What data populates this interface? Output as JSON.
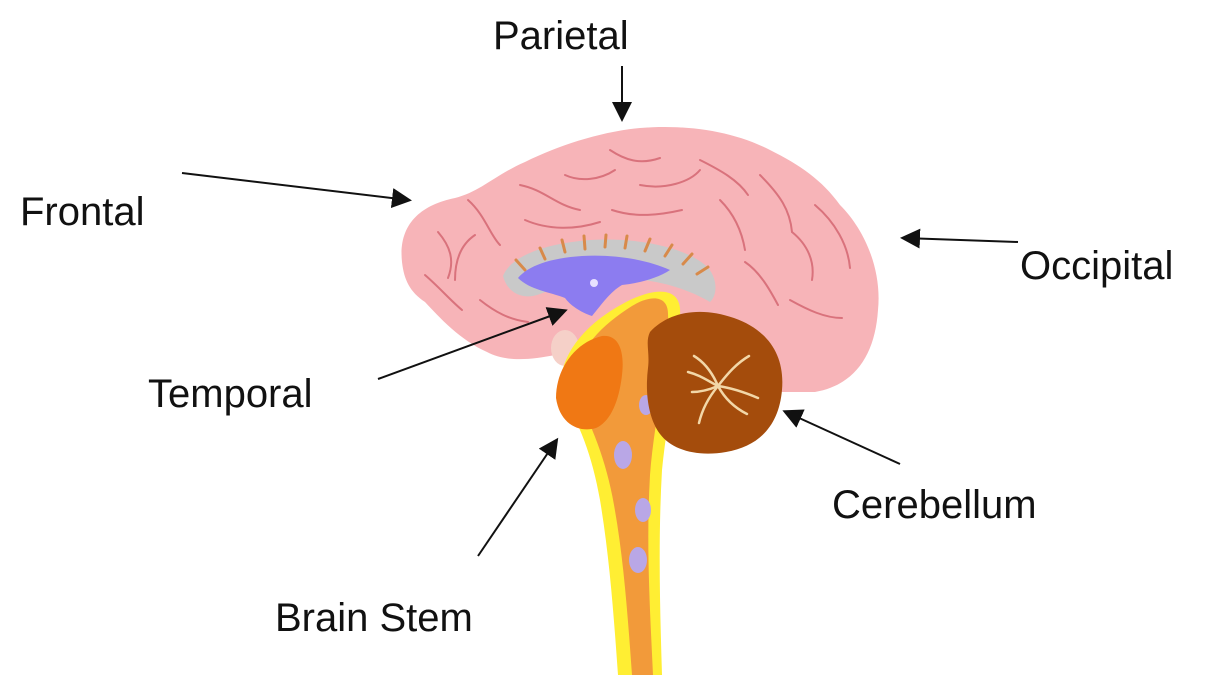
{
  "labels": {
    "parietal": "Parietal",
    "frontal": "Frontal",
    "occipital": "Occipital",
    "temporal": "Temporal",
    "cerebellum": "Cerebellum",
    "brain_stem": "Brain Stem"
  },
  "colors": {
    "cerebrum": "#f7b4b8",
    "sulci": "#d9727c",
    "corpus_callosum": "#c9c9c9",
    "corpus_fibers": "#d88a4a",
    "ventricle": "#8c7cf0",
    "brain_stem": "#f29a3a",
    "brain_stem_outline": "#ffee33",
    "thalamus": "#f07814",
    "cerebellum": "#a44c0c",
    "cerebellum_lines": "#f2d7a8",
    "stem_spots": "#b9a7e6",
    "arrow": "#111111"
  }
}
